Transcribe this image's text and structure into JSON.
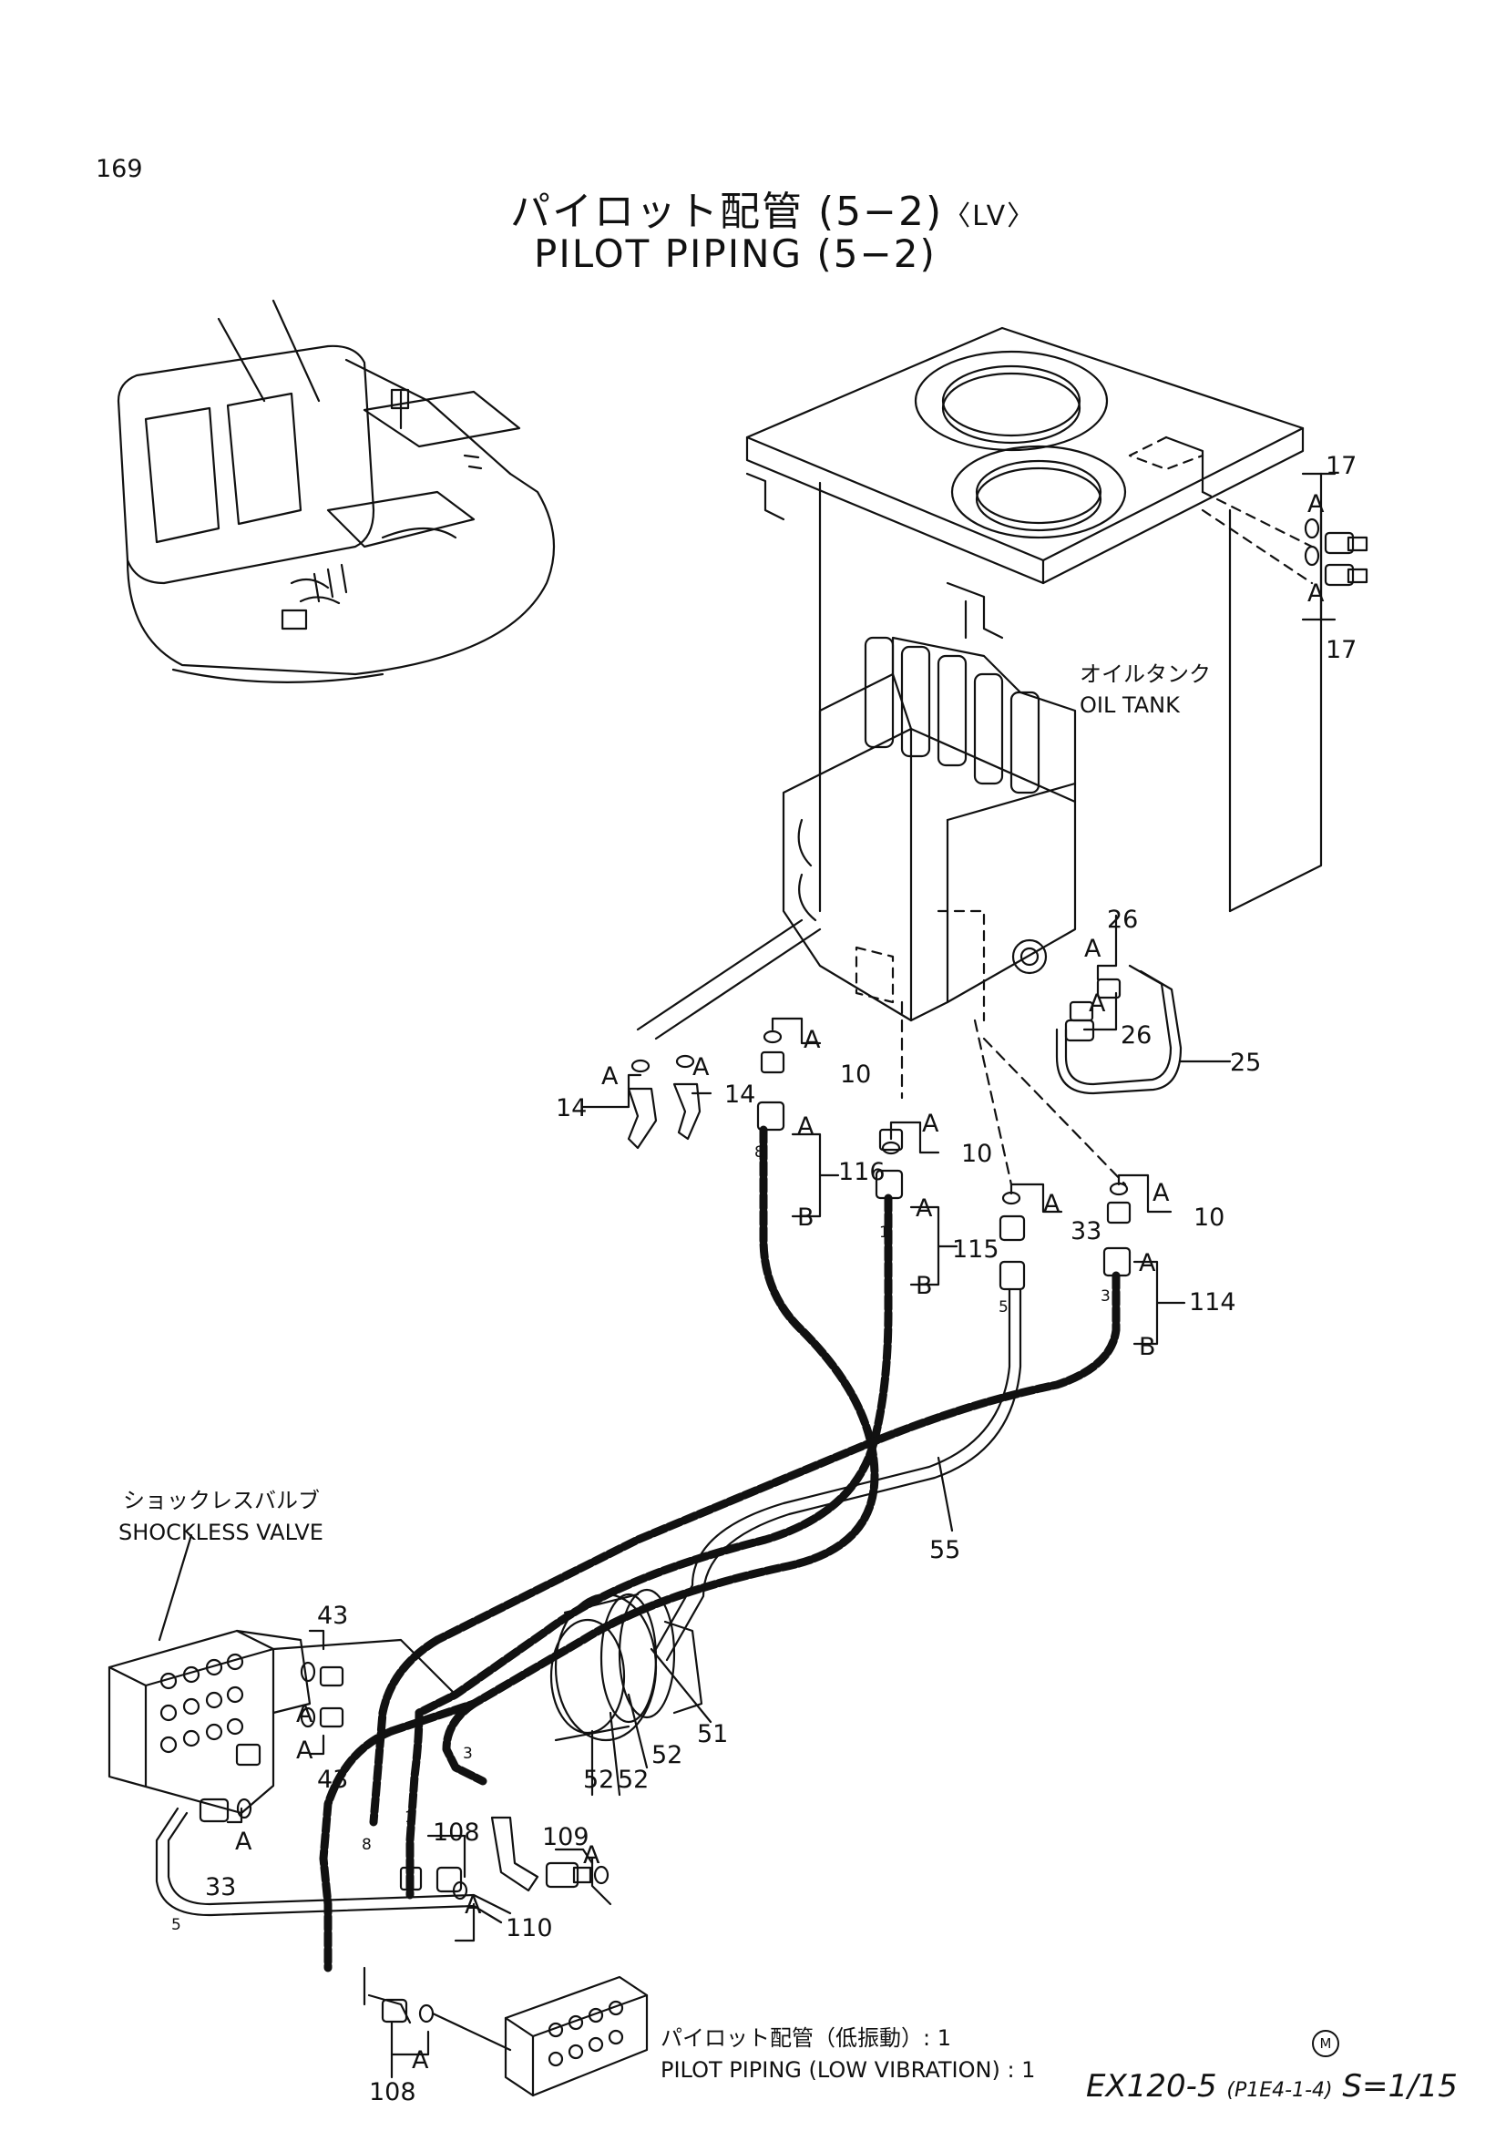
{
  "page_number": "169",
  "title": {
    "japanese": "パイロット配管 (5−2)",
    "variant_tag": "〈LV〉",
    "english": "PILOT PIPING (5−2)"
  },
  "callouts": {
    "oil_tank_jp": "オイルタンク",
    "oil_tank_en": "OIL TANK",
    "shockless_valve_jp": "ショックレスバルブ",
    "shockless_valve_en": "SHOCKLESS VALVE",
    "pilot_piping_low_vibration_jp": "パイロット配管（低振動）: 1",
    "pilot_piping_low_vibration_en": "PILOT PIPING (LOW VIBRATION) : 1"
  },
  "part_numbers": {
    "p10": "10",
    "p14": "14",
    "p17": "17",
    "p25": "25",
    "p26": "26",
    "p33": "33",
    "p43": "43",
    "p51": "51",
    "p52": "52",
    "p55": "55",
    "p108": "108",
    "p109": "109",
    "p110": "110",
    "p114": "114",
    "p115": "115",
    "p116": "116"
  },
  "markers": {
    "a": "A",
    "b": "B"
  },
  "port_numbers": {
    "n1": "1",
    "n3": "3",
    "n5": "5",
    "n8": "8"
  },
  "footer": {
    "model": "EX120-5",
    "ref": "(P1E4-1-4)",
    "scale": "S=1/15",
    "mark": "M"
  }
}
